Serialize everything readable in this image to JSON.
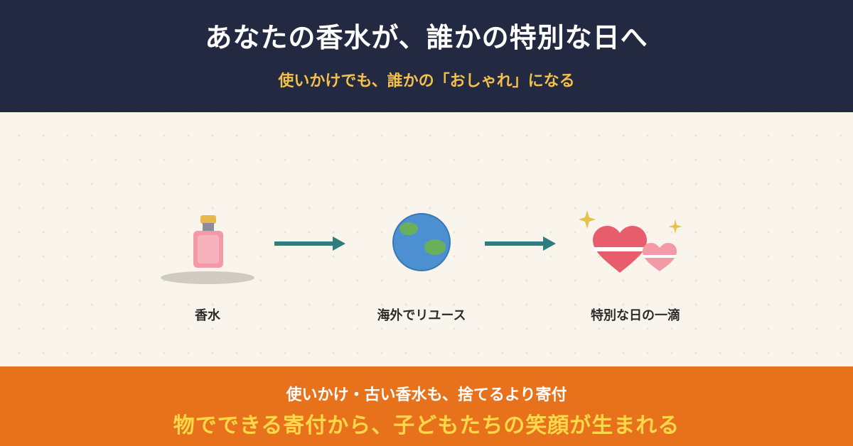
{
  "header": {
    "title": "あなたの香水が、誰かの特別な日へ",
    "subtitle": "使いかけでも、誰かの「おしゃれ」になる"
  },
  "flow": {
    "steps": [
      {
        "label": "香水",
        "icon": "perfume-bottle-icon"
      },
      {
        "label": "海外でリユース",
        "icon": "globe-icon"
      },
      {
        "label": "特別な日の一滴",
        "icon": "hearts-icon"
      }
    ],
    "arrow_icon": "arrow-right-icon"
  },
  "footer": {
    "line1": "使いかけ・古い香水も、捨てるより寄付",
    "line2": "物でできる寄付から、子どもたちの笑顔が生まれる"
  },
  "colors": {
    "header_bg": "#232940",
    "accent_yellow": "#f3c14b",
    "footer_bg": "#e8721c",
    "arrow": "#2e7d7d",
    "heart": "#e85d6c"
  }
}
